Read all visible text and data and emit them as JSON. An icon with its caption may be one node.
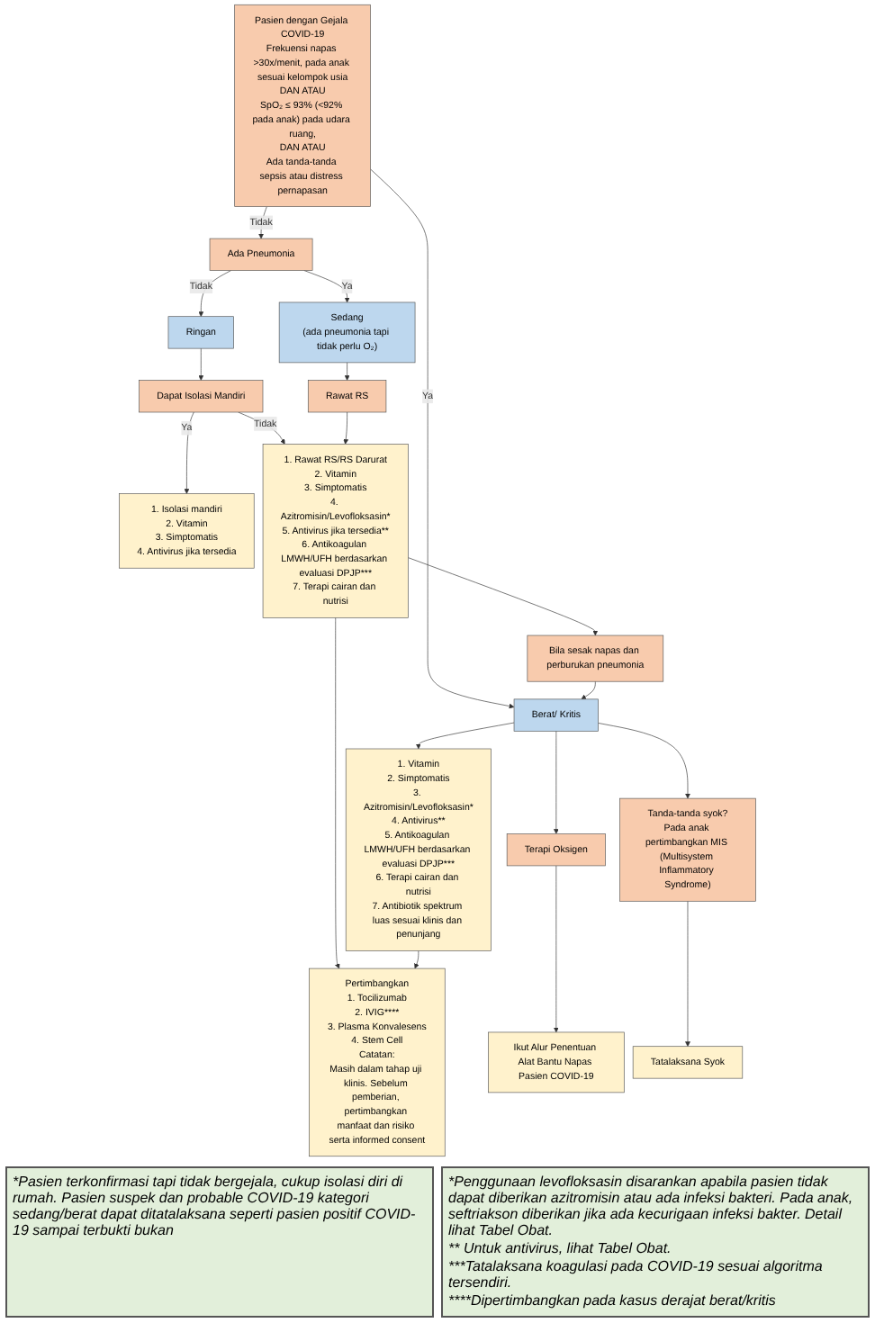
{
  "diagram": {
    "nodes": [
      {
        "text": [
          "Pasien dengan Gejala COVID-19",
          "Frekuensi napas >30x/menit, pada anak sesuai kelompok usia",
          "DAN ATAU",
          "SpO₂ ≤ 93% (<92% pada anak) pada udara ruang,",
          "DAN ATAU",
          "Ada tanda-tanda sepsis atau distress pernapasan"
        ]
      },
      {
        "text": [
          "Ada Pneumonia"
        ]
      },
      {
        "text": [
          "Ringan"
        ]
      },
      {
        "text": [
          "Sedang",
          "(ada pneumonia tapi tidak perlu O₂)"
        ]
      },
      {
        "text": [
          "Dapat Isolasi Mandiri"
        ]
      },
      {
        "text": [
          "Rawat RS"
        ]
      },
      {
        "text": [
          "1. Isolasi mandiri",
          "2. Vitamin",
          "3. Simptomatis",
          "4. Antivirus jika tersedia"
        ]
      },
      {
        "text": [
          "1. Rawat RS/RS Darurat",
          "2. Vitamin",
          "3. Simptomatis",
          "4. Azitromisin/Levofloksasin*",
          "5. Antivirus jika tersedia**",
          "6. Antikoagulan LMWH/UFH berdasarkan evaluasi DPJP***",
          "7. Terapi cairan dan nutrisi"
        ]
      },
      {
        "text": [
          "Bila sesak napas dan perburukan pneumonia"
        ]
      },
      {
        "text": [
          "Berat/ Kritis"
        ]
      },
      {
        "text": [
          "1. Vitamin",
          "2. Simptomatis",
          "3. Azitromisin/Levofloksasin*",
          "4. Antivirus**",
          "5. Antikoagulan LMWH/UFH berdasarkan evaluasi DPJP***",
          "6. Terapi cairan dan nutrisi",
          "7. Antibiotik spektrum luas sesuai klinis dan penunjang"
        ]
      },
      {
        "text": [
          "Pertimbangkan",
          "1. Tocilizumab",
          "2. IVIG****",
          "3. Plasma Konvalesens",
          "4. Stem Cell",
          "Catatan:",
          "Masih dalam tahap uji klinis. Sebelum pemberian, pertimbangkan manfaat dan risiko serta informed consent"
        ]
      },
      {
        "text": [
          "Terapi Oksigen"
        ]
      },
      {
        "text": [
          "Tanda-tanda syok?",
          "Pada anak pertimbangkan MIS (Multisystem Inflammatory Syndrome)"
        ]
      },
      {
        "text": [
          "Ikut Alur Penentuan Alat Bantu Napas Pasien COVID-19"
        ]
      },
      {
        "text": [
          "Tatalaksana Syok"
        ]
      }
    ],
    "edges": [
      {
        "from": 0,
        "to": 1,
        "arrow": "to",
        "label": "Tidak"
      },
      {
        "from": 0,
        "to": 9,
        "arrow": "to",
        "label": "Ya"
      },
      {
        "from": 1,
        "to": 2,
        "arrow": "to",
        "label": "Tidak"
      },
      {
        "from": 1,
        "to": 3,
        "arrow": "to",
        "label": "Ya"
      },
      {
        "from": 2,
        "to": 4,
        "arrow": "to"
      },
      {
        "from": 3,
        "to": 5,
        "arrow": "to"
      },
      {
        "from": 4,
        "to": 6,
        "arrow": "to",
        "label": "Ya"
      },
      {
        "from": 4,
        "to": 7,
        "arrow": "to",
        "label": "Tidak"
      },
      {
        "from": 5,
        "to": 7,
        "arrow": "to"
      },
      {
        "from": 7,
        "to": 8,
        "arrow": "to"
      },
      {
        "from": 7,
        "to": 11,
        "arrow": "to"
      },
      {
        "from": 8,
        "to": 9,
        "arrow": "to"
      },
      {
        "from": 9,
        "to": 10,
        "arrow": "to"
      },
      {
        "from": 9,
        "to": 12,
        "arrow": "to"
      },
      {
        "from": 9,
        "to": 13,
        "arrow": "to"
      },
      {
        "from": 10,
        "to": 11,
        "arrow": "to"
      },
      {
        "from": 12,
        "to": 14,
        "arrow": "to"
      },
      {
        "from": 13,
        "to": 15,
        "arrow": "to"
      }
    ],
    "labels": [
      "*Pasien terkonfirmasi tapi tidak bergejala, cukup isolasi diri di rumah. Pasien suspek dan probable COVID-19 kategori sedang/berat dapat ditatalaksana seperti pasien positif COVID-19 sampai terbukti bukan",
      "*Penggunaan levofloksasin disarankan apabila pasien tidak dapat diberikan azitromisin atau ada infeksi bakteri. Pada anak, seftriakson diberikan jika ada kecurigaan infeksi bakter. Detail lihat Tabel Obat.",
      "** Untuk antivirus, lihat Tabel Obat.",
      "***Tatalaksana koagulasi pada COVID-19 sesuai algoritma tersendiri.",
      "****Dipertimbangkan pada kasus derajat berat/kritis"
    ]
  }
}
